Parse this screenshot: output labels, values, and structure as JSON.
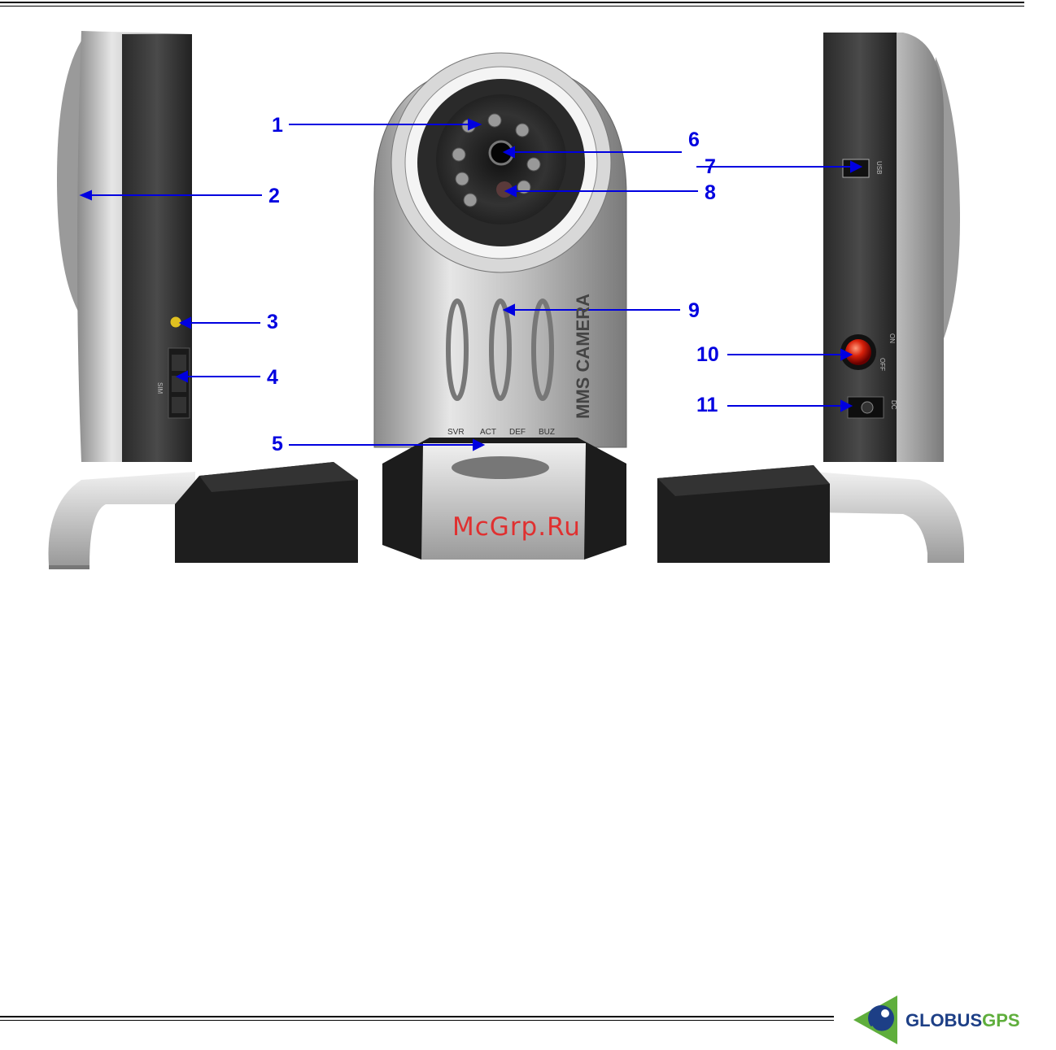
{
  "figure": {
    "callouts": [
      "1",
      "2",
      "3",
      "4",
      "5",
      "6",
      "7",
      "8",
      "9",
      "10",
      "11"
    ],
    "device_text": {
      "front_title": "MMS CAMERA",
      "front_labels": [
        "SVR",
        "ACT",
        "DEF",
        "BUZ"
      ],
      "left_side_label": "SIM",
      "right_usb_label": "USB",
      "right_off_label": "OFF",
      "right_on_label": "ON",
      "right_dc_label": "DC"
    },
    "watermark": "McGrp.Ru",
    "colors": {
      "callout": "#0000e0",
      "watermark": "#e03030"
    }
  },
  "footer": {
    "logo_part1": "GLOBUS",
    "logo_part2": "GPS",
    "colors": {
      "logo_dark": "#1d3f86",
      "logo_green": "#5fae3c"
    }
  }
}
